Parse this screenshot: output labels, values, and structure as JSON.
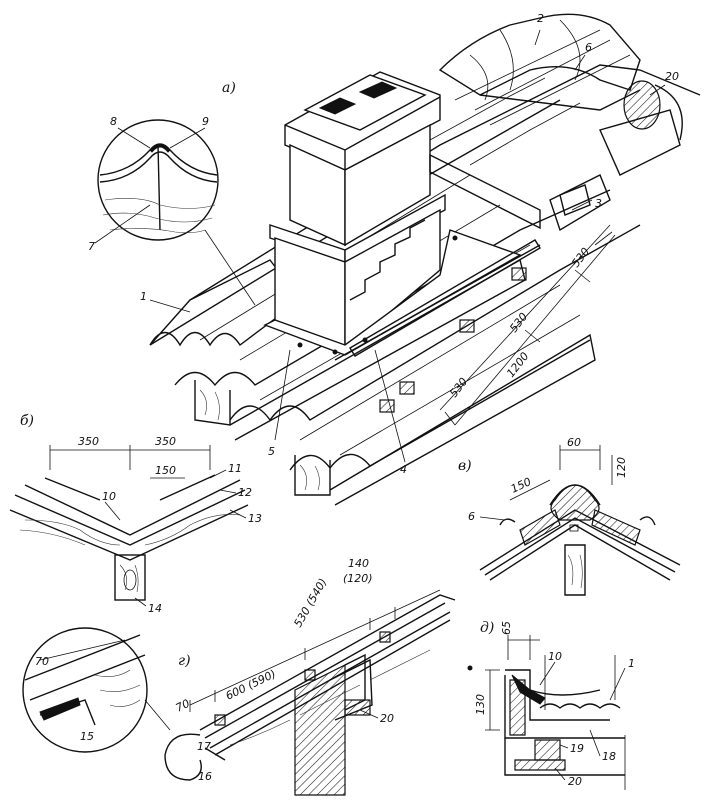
{
  "panels": {
    "a": "а)",
    "b": "б)",
    "v": "в)",
    "g": "г)",
    "d": "д)"
  },
  "callouts": {
    "c1": "1",
    "c2": "2",
    "c3": "3",
    "c4": "4",
    "c5": "5",
    "c6": "6",
    "c7": "7",
    "c8": "8",
    "c9": "9",
    "c10": "10",
    "c11": "11",
    "c12": "12",
    "c13": "13",
    "c14": "14",
    "c15": "15",
    "c16": "16",
    "c17": "17",
    "c18": "18",
    "c19": "19",
    "c20": "20"
  },
  "dimensions": {
    "main_530_top": "530",
    "main_530_mid": "530",
    "main_530_bot": "530",
    "main_1200": "1200",
    "b_350_left": "350",
    "b_350_right": "350",
    "b_150": "150",
    "v_60": "60",
    "v_120": "120",
    "v_150": "150",
    "g_140": "140",
    "g_120": "(120)",
    "g_530": "530 (540)",
    "g_600": "600 (590)",
    "g_70": "70",
    "g_inset_70": "70",
    "d_65": "65",
    "d_130": "130"
  }
}
